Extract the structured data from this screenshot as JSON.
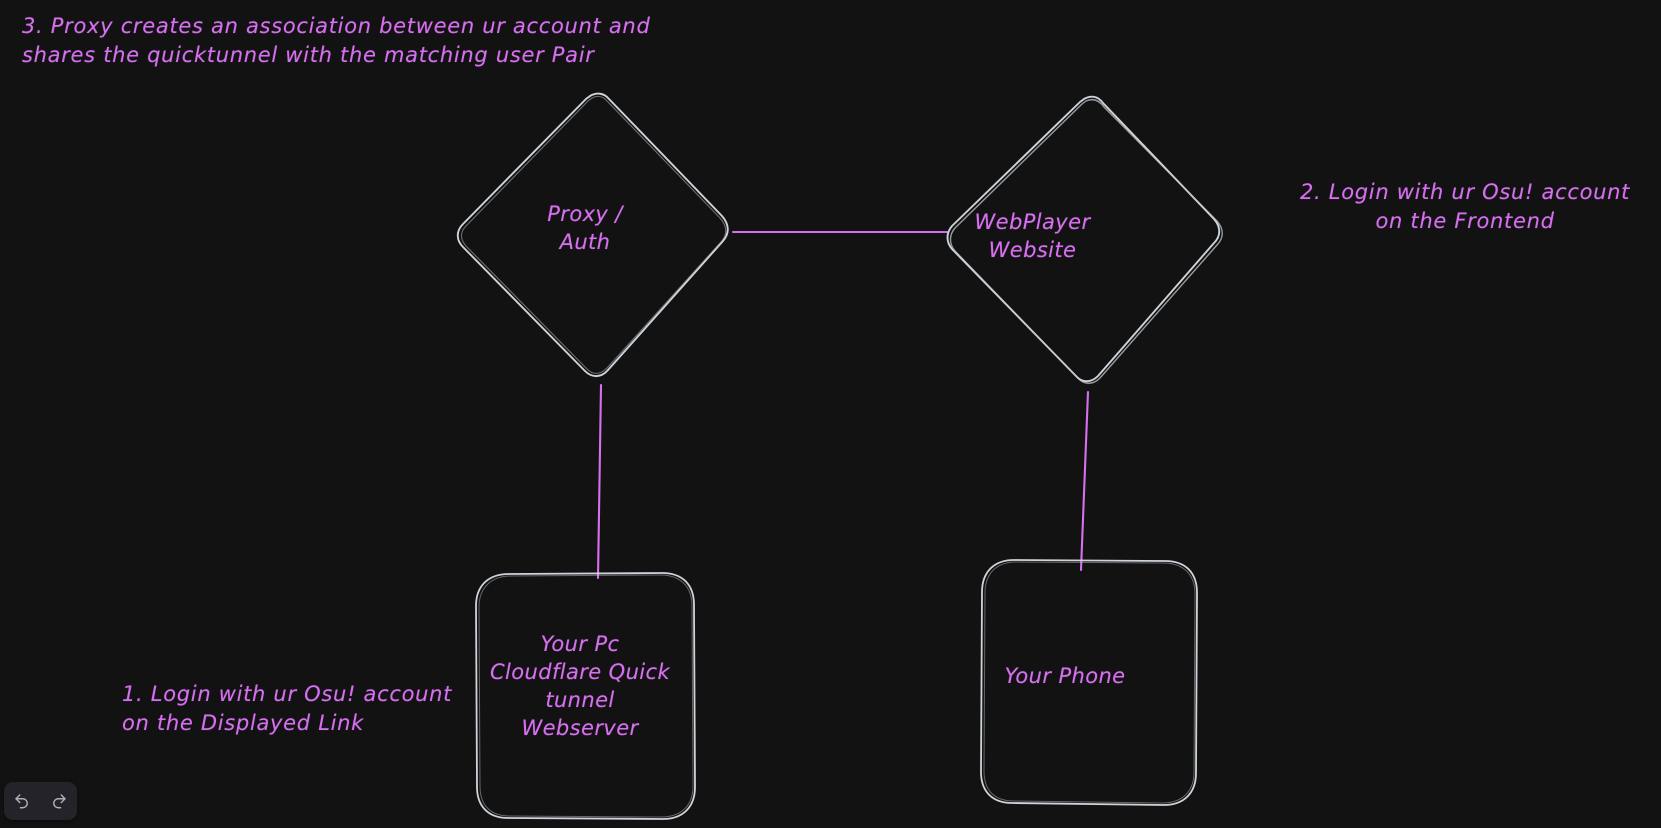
{
  "app": {
    "name": "Excalidraw",
    "background_color": "#121212",
    "stroke_color": "#ced4da",
    "accent_color": "#d670f0"
  },
  "annotations": [
    {
      "id": "annotation-3",
      "text": "3. Proxy creates an association between ur account and\n shares the quicktunnel with the matching user Pair",
      "align": "left"
    },
    {
      "id": "annotation-2",
      "text": "2. Login with ur Osu! account\non the Frontend",
      "align": "center"
    },
    {
      "id": "annotation-1",
      "text": "1. Login with ur Osu! account\non the Displayed Link",
      "align": "left"
    }
  ],
  "nodes": {
    "proxy_auth": {
      "label": "Proxy /\nAuth",
      "shape": "diamond"
    },
    "webplayer": {
      "label": "WebPlayer\nWebsite",
      "shape": "diamond"
    },
    "your_pc": {
      "label": "Your Pc\nCloudflare Quick\ntunnel\nWebserver",
      "shape": "rounded-rectangle"
    },
    "your_phone": {
      "label": "Your Phone",
      "shape": "rounded-rectangle"
    }
  },
  "connectors": [
    {
      "from": "proxy_auth",
      "to": "webplayer",
      "orientation": "horizontal"
    },
    {
      "from": "proxy_auth",
      "to": "your_pc",
      "orientation": "vertical"
    },
    {
      "from": "webplayer",
      "to": "your_phone",
      "orientation": "vertical"
    }
  ],
  "toolbar": {
    "undo_label": "Undo",
    "redo_label": "Redo",
    "undo_icon": "undo-arrow-icon",
    "redo_icon": "redo-arrow-icon"
  }
}
